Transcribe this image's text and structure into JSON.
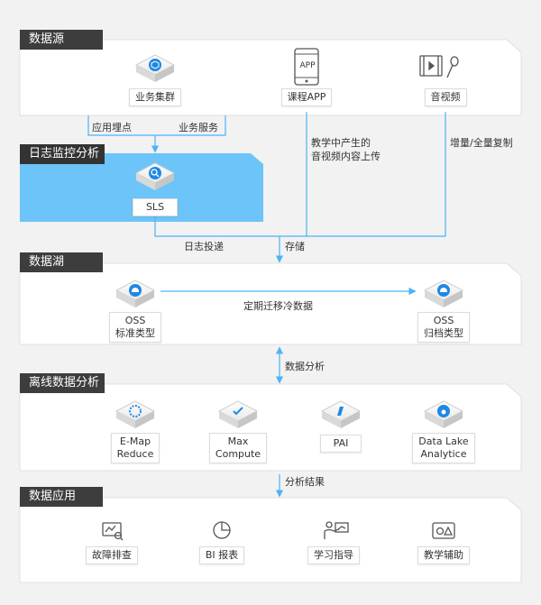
{
  "sections": {
    "source": "数据源",
    "log": "日志监控分析",
    "lake": "数据湖",
    "offline": "离线数据分析",
    "apps": "数据应用"
  },
  "source_nodes": {
    "cluster": "业务集群",
    "app": "课程APP",
    "av": "音视频",
    "app_icon_text": "APP"
  },
  "edges": {
    "tracking": "应用埋点",
    "service": "业务服务",
    "upload_l1": "教学中产生的",
    "upload_l2": "音视频内容上传",
    "copy": "增量/全量复制",
    "delivery": "日志投递",
    "storage": "存储",
    "migrate": "定期迁移冷数据",
    "analysis": "数据分析",
    "results": "分析结果"
  },
  "log_node": {
    "sls": "SLS"
  },
  "lake_nodes": {
    "oss_std_l1": "OSS",
    "oss_std_l2": "标准类型",
    "oss_arc_l1": "OSS",
    "oss_arc_l2": "归档类型"
  },
  "offline_nodes": {
    "emr_l1": "E-Map",
    "emr_l2": "Reduce",
    "max_l1": "Max",
    "max_l2": "Compute",
    "pai": "PAI",
    "dla_l1": "Data Lake",
    "dla_l2": "Analytice"
  },
  "apps": {
    "troubleshoot": "故障排查",
    "bi": "BI 报表",
    "study": "学习指导",
    "teaching": "教学辅助"
  },
  "colors": {
    "accent": "#4db3f5",
    "panel_blue": "#6cc4f8",
    "title_bg": "#3d3d3d"
  }
}
